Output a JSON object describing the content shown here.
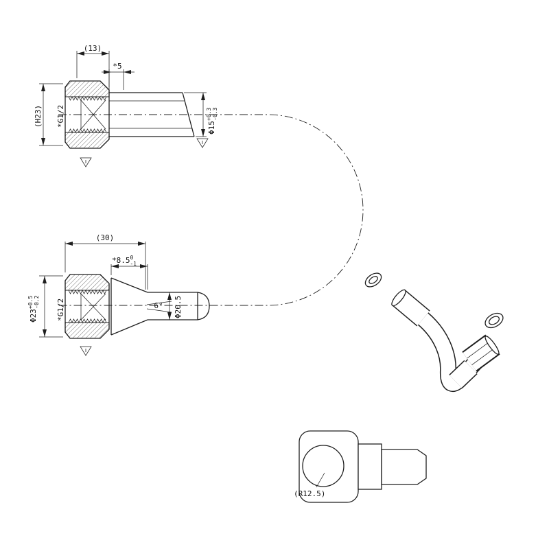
{
  "views": {
    "fitting_top": {
      "dim_width": "(13)",
      "dim_stickout": "*5",
      "dim_height": "(H23)",
      "thread": "*G1/2",
      "tube_dia": {
        "main": "Φ15",
        "sup": "+0.3",
        "sub": "-0.3"
      }
    },
    "fitting_cone": {
      "dim_length": "(30)",
      "dim_depth": {
        "main": "*8.5",
        "sup": "0",
        "sub": "-1"
      },
      "nut_dia": {
        "main": "Φ23",
        "sup": "+0.5",
        "sub": "-0.2"
      },
      "thread": "*G1/2",
      "taper_angle": "6°",
      "cone_dia": "Φ20.5"
    },
    "elbow_detail": {
      "radius": "(R12.5)"
    }
  }
}
